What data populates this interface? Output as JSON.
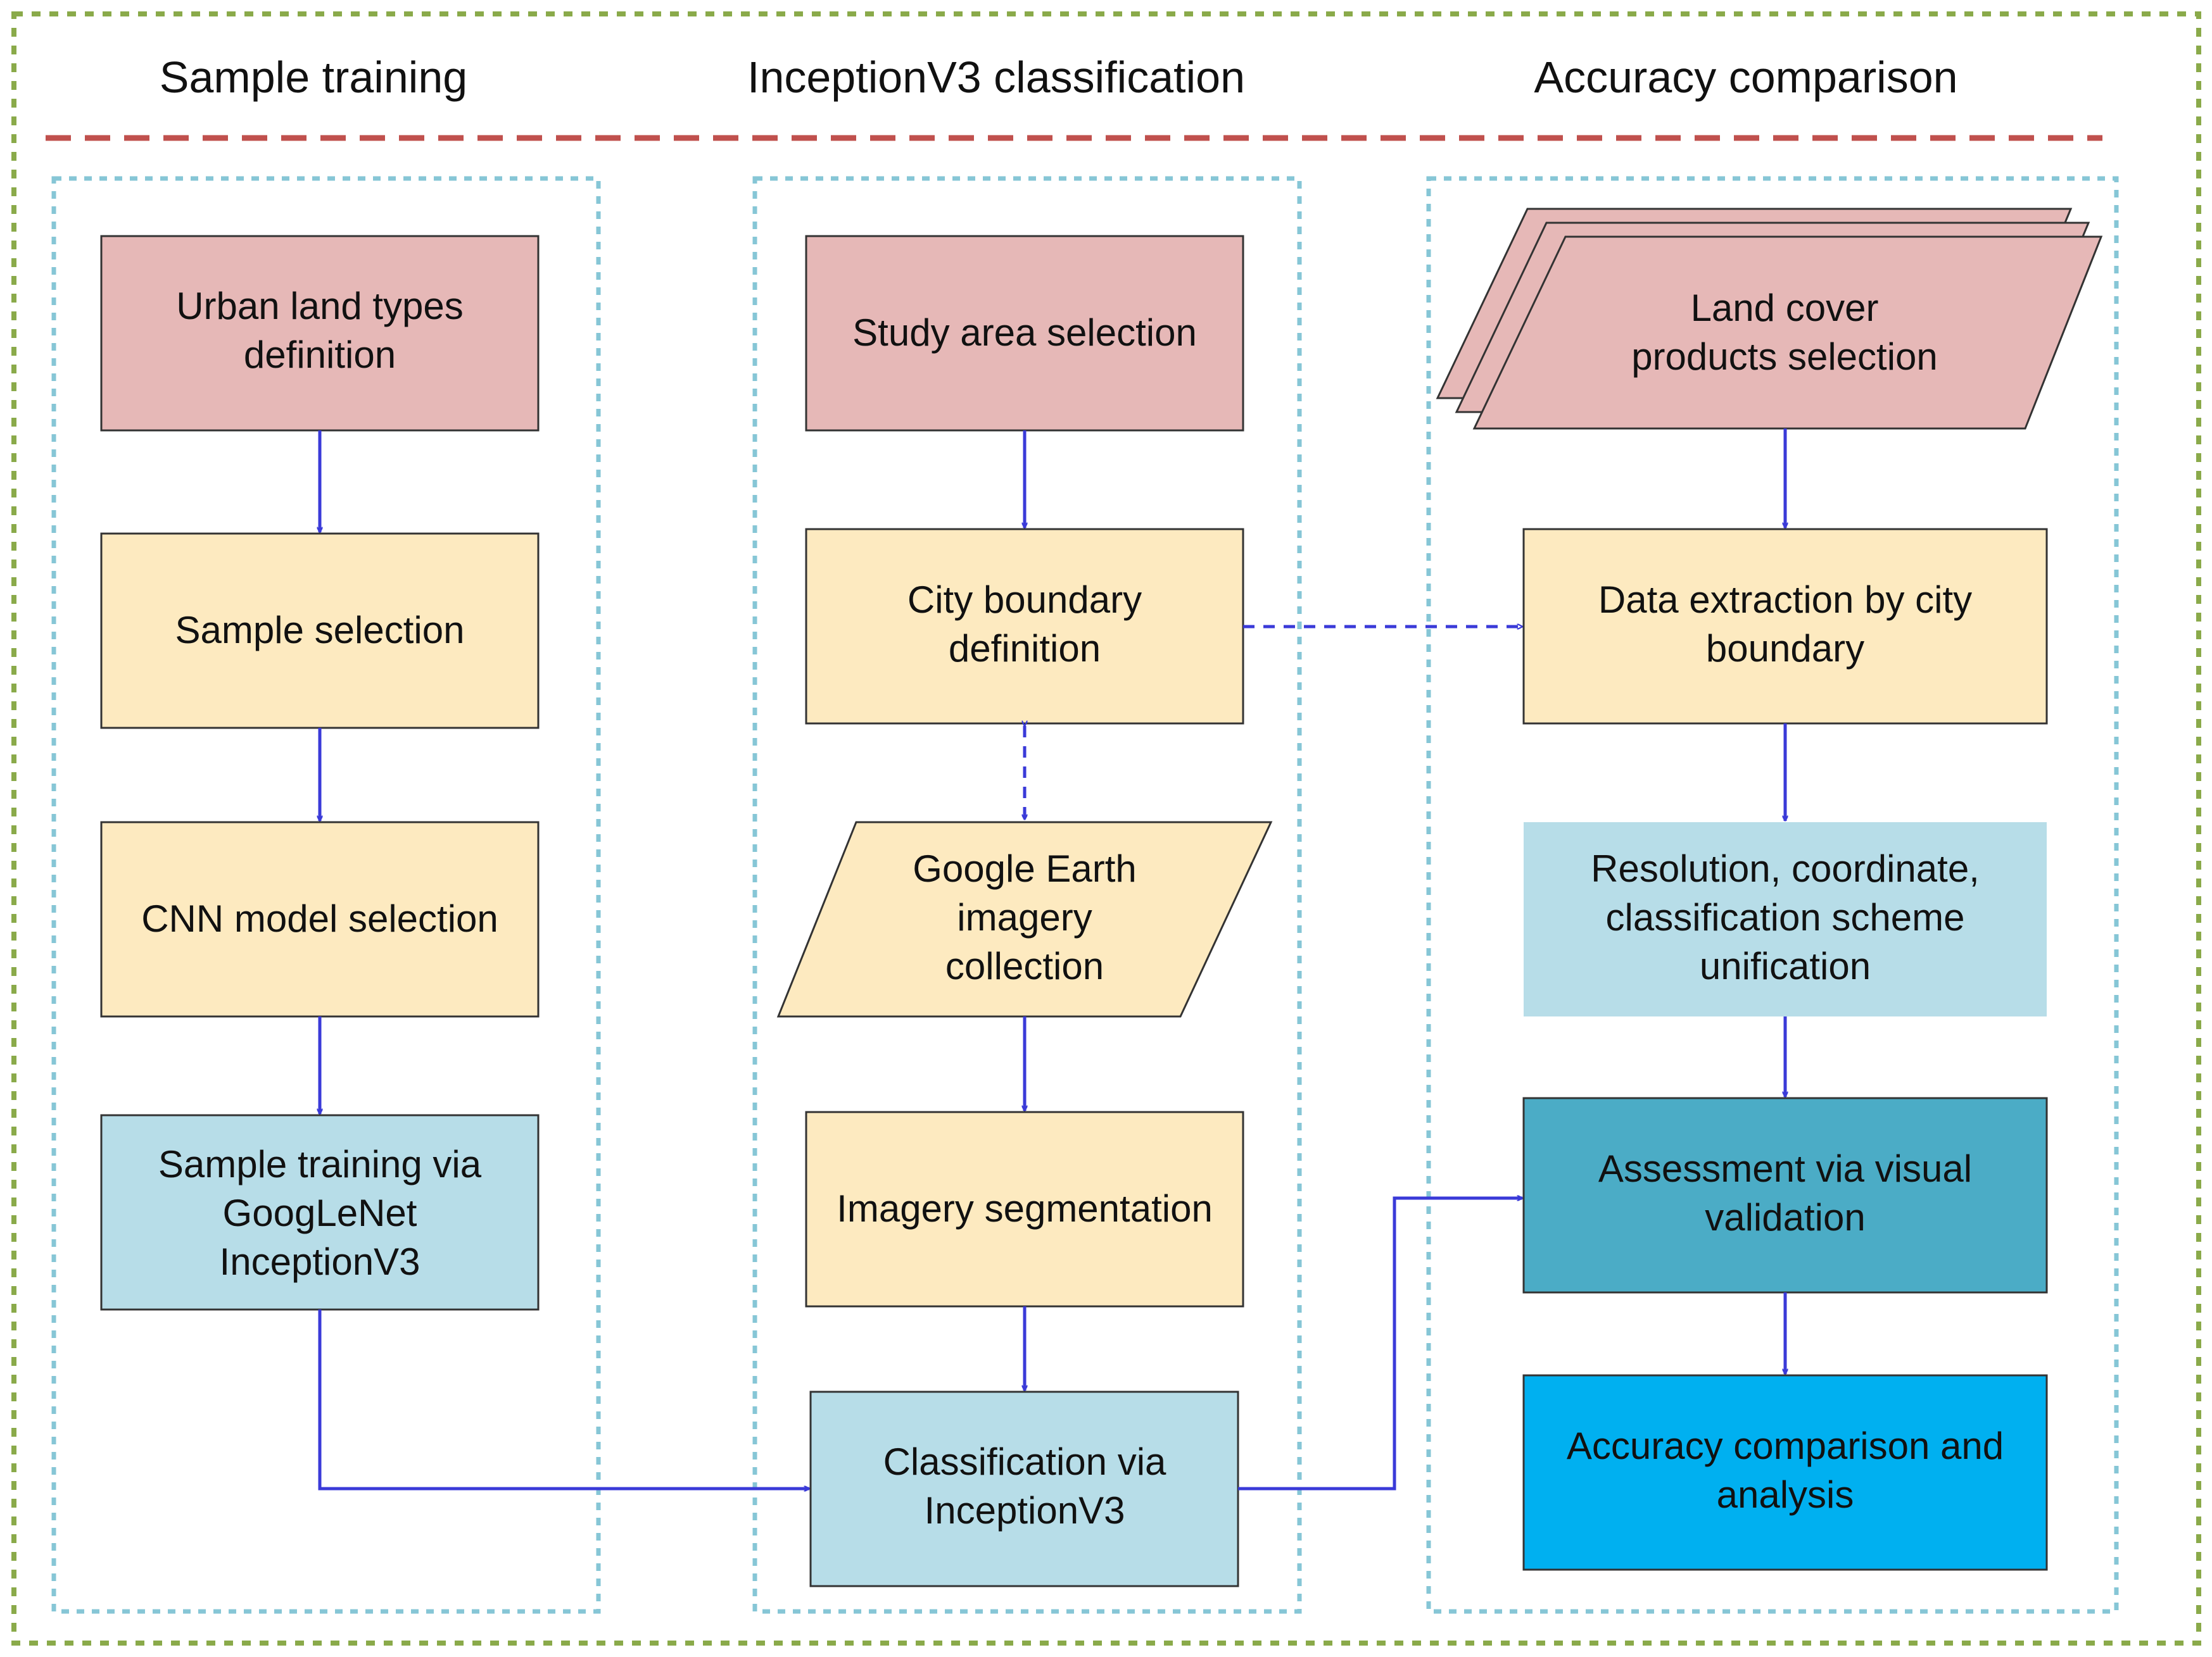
{
  "columns": {
    "sample_training": "Sample training",
    "inception_classification": "InceptionV3 classification",
    "accuracy_comparison": "Accuracy comparison"
  },
  "nodes": {
    "urban_land_types": [
      "Urban land types",
      "definition"
    ],
    "sample_selection": [
      "Sample selection"
    ],
    "cnn_model_selection": [
      "CNN model selection"
    ],
    "sample_training_via": [
      "Sample training via",
      "GoogLeNet",
      "InceptionV3"
    ],
    "study_area_selection": [
      "Study area selection"
    ],
    "city_boundary_definition": [
      "City boundary",
      "definition"
    ],
    "google_earth_imagery": [
      "Google Earth",
      "imagery",
      "collection"
    ],
    "imagery_segmentation": [
      "Imagery segmentation"
    ],
    "classification_via": [
      "Classification via",
      "InceptionV3"
    ],
    "land_cover_products": [
      "Land cover",
      "products selection"
    ],
    "data_extraction": [
      "Data extraction by  city",
      "boundary"
    ],
    "resolution_unification": [
      "Resolution, coordinate,",
      "classification scheme",
      "unification"
    ],
    "assessment_visual": [
      "Assessment via visual",
      "validation"
    ],
    "accuracy_analysis": [
      "Accuracy comparison and",
      "analysis"
    ]
  },
  "colors": {
    "definition_fill": "#e6b8b7",
    "process_fill": "#fdeac0",
    "training_fill": "#b7dde8",
    "assessment_fill": "#4bacc6",
    "analysis_fill": "#00b0f0",
    "arrow": "#3a3ad8",
    "outer_frame": "#8aaa4a",
    "lane_frame": "#86c6d6",
    "divider": "#c0504d"
  }
}
